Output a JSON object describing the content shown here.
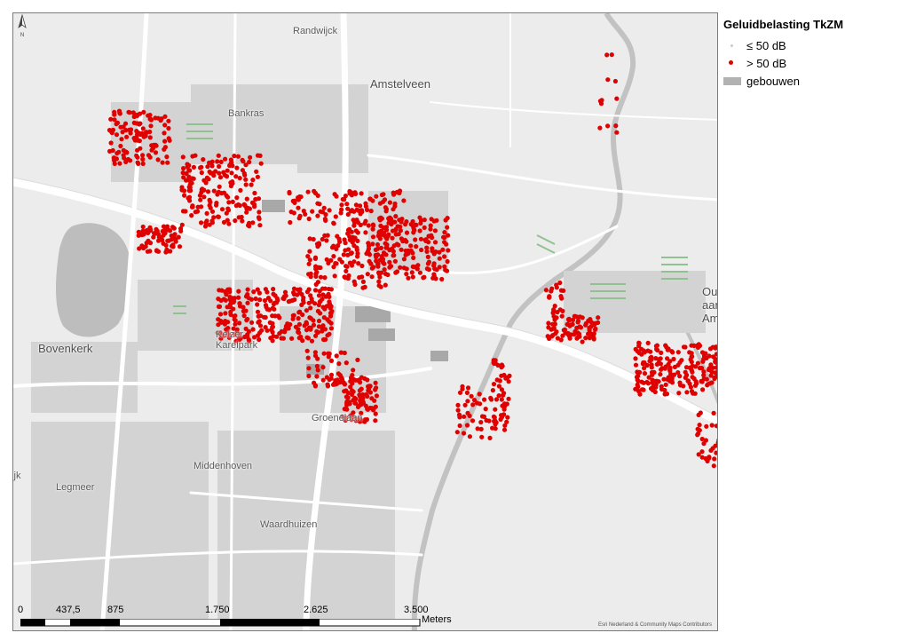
{
  "legend": {
    "title": "Geluidbelasting TkZM",
    "items": [
      {
        "label": "≤ 50 dB",
        "symbol": "small-grey-dot",
        "color": "#c8c8c8"
      },
      {
        "label": "> 50 dB",
        "symbol": "red-dot",
        "color": "#e00000"
      },
      {
        "label": "gebouwen",
        "symbol": "grey-rectangle",
        "color": "#b2b2b2"
      }
    ]
  },
  "places": {
    "randwijck": "Randwijck",
    "amstelveen": "Amstelveen",
    "bankras": "Bankras",
    "bovenkerk": "Bovenkerk",
    "keizer_karelpark": "Keizer Karelpark",
    "groenelaan": "Groenelaan",
    "middenhoven": "Middenhoven",
    "legmeer": "Legmeer",
    "waardhuizen": "Waardhuizen",
    "ouderkerk": "Ouderkerk aan de Amstel",
    "uithoorn_fragment": "uijk"
  },
  "scalebar": {
    "ticks": [
      "0",
      "437,5",
      "875",
      "1.750",
      "2.625",
      "3.500"
    ],
    "unit": "Meters"
  },
  "attribution": "Esri Nederland & Community Maps Contributors",
  "north_arrow": "north-arrow-icon",
  "colors": {
    "noise_red": "#e00000",
    "buildings": "#b2b2b2",
    "water": "#bfbfbf",
    "background": "#ececec",
    "roads": "#ffffff",
    "greenery": "#8fc28f"
  }
}
